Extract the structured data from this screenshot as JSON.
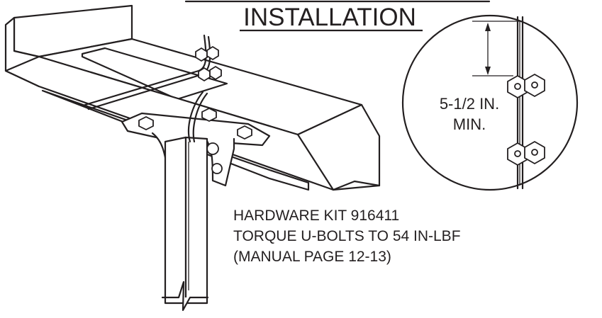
{
  "title": "INSTALLATION",
  "detail": {
    "dimension_line1": "5-1/2 IN.",
    "dimension_line2": "MIN."
  },
  "notes": [
    "HARDWARE KIT 916411",
    "TORQUE U-BOLTS TO 54 IN-LBF",
    "(MANUAL PAGE 12-13)"
  ],
  "colors": {
    "ink": "#231f20",
    "paper": "#ffffff"
  }
}
